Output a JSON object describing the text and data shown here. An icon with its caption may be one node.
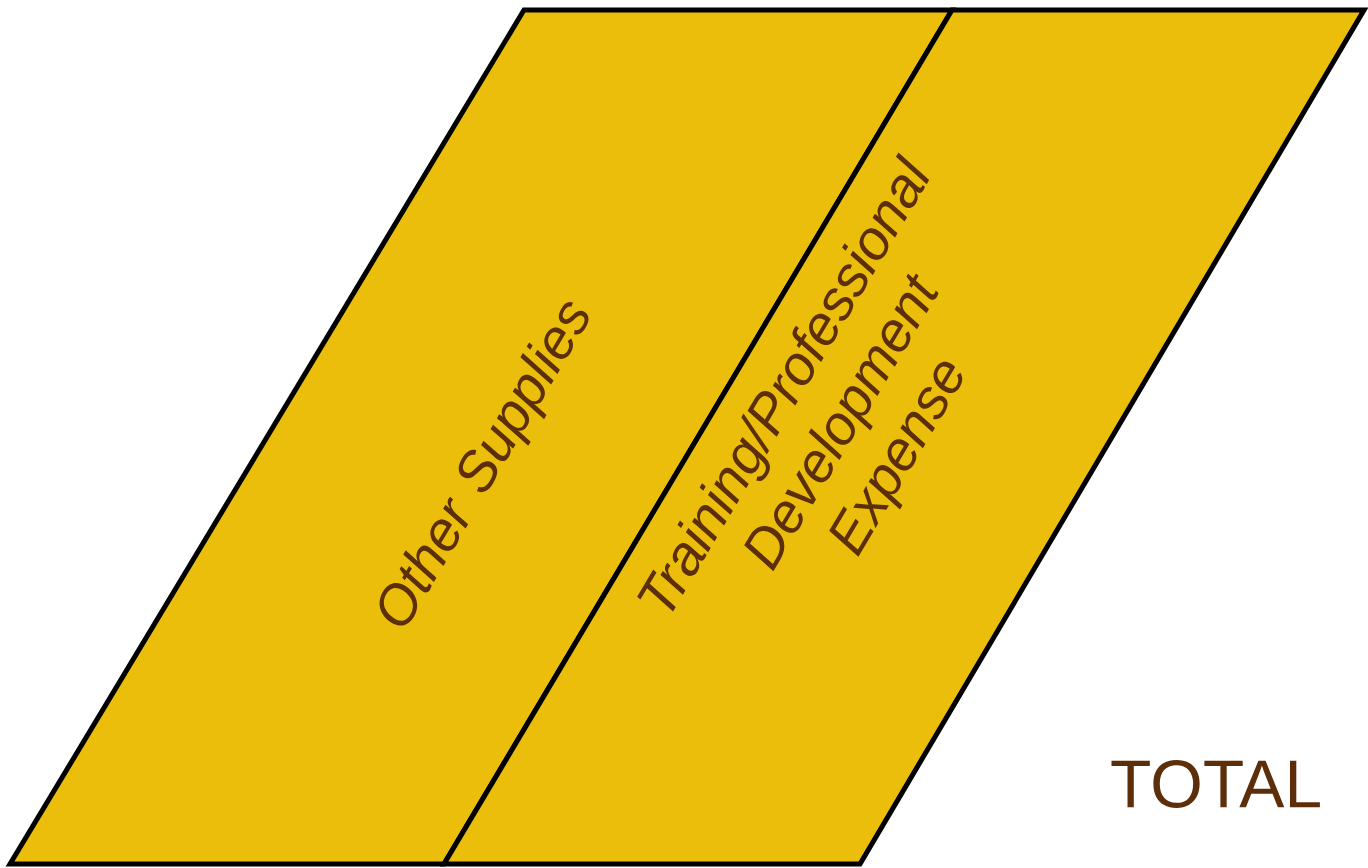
{
  "diagram": {
    "nodes": [
      {
        "text": [
          "Other Supplies"
        ]
      },
      {
        "text": [
          "Training/Professional Development Expense"
        ]
      }
    ],
    "labels": [
      "TOTAL"
    ]
  }
}
